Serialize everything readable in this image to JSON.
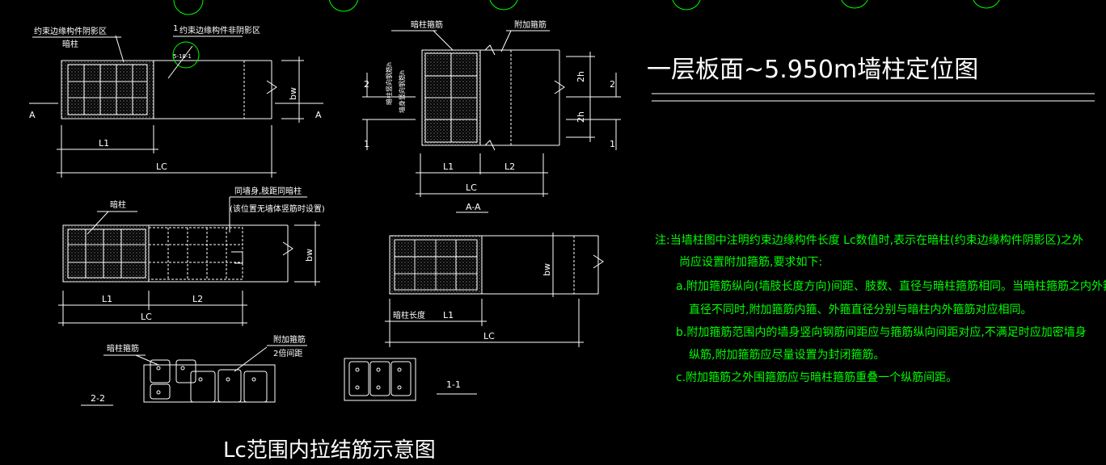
{
  "colors": {
    "background": "#000000",
    "line": "#ffffff",
    "note": "#00ff00",
    "bubble": "#00ff00"
  },
  "top_left": {
    "label_shadow": "约束边缘构件阴影区",
    "label_hidden_col": "暗柱",
    "label_nonshadow_prefix": "1",
    "label_nonshadow": "约束边缘构件非阴影区",
    "bubble_ref": "5-18-1",
    "section_left": "A",
    "section_right": "A",
    "dim_bw": "bw",
    "dim_l1": "L1",
    "dim_lc": "LC"
  },
  "top_mid": {
    "label_hidden_stirrup": "暗柱箍筋",
    "label_extra_stirrup": "附加箍筋",
    "vertical_note_1": "暗柱竖向钢筋h",
    "vertical_note_2": "墙身竖向钢筋h",
    "section_num_left": "2",
    "section_num_right": "2",
    "section_num_bottom_left": "1",
    "section_num_bottom_right": "1",
    "dim_2h_top": "2h",
    "dim_2h_bottom": "2h",
    "dim_l1": "L1",
    "dim_l2": "L2",
    "dim_lc": "LC",
    "section_title": "A-A"
  },
  "title": "一层板面~5.950m墙柱定位图",
  "mid_left": {
    "label_hidden_col": "暗柱",
    "label_same_spacing": "同墙身,肢距同暗柱",
    "label_paren": "(该位置无墙体竖筋时设置)",
    "dim_bw": "bw",
    "dim_l1": "L1",
    "dim_l2": "L2",
    "dim_lc": "LC"
  },
  "mid_right": {
    "dim_bw": "bw",
    "label_col_length": "暗柱长度",
    "dim_l1": "L1",
    "dim_lc": "LC"
  },
  "bottom": {
    "label_hidden_stirrup": "暗柱箍筋",
    "label_extra_stirrup": "附加箍筋",
    "label_double_spacing": "2倍间距",
    "section_22": "2-2",
    "section_11": "1-1",
    "caption": "Lc范围内拉结筋示意图"
  },
  "note": {
    "line1": "注:当墙柱图中注明约束边缘构件长度 Lc数值时,表示在暗柱(约束边缘构件阴影区)之外",
    "line2": "尚应设置附加箍筋,要求如下:",
    "line3": "a.附加箍筋纵向(墙肢长度方向)间距、肢数、直径与暗柱箍筋相同。当暗柱箍筋之内外箍",
    "line4": "直径不同时,附加箍筋内箍、外箍直径分别与暗柱内外箍筋对应相同。",
    "line5": "b.附加箍筋范围内的墙身竖向钢筋间距应与箍筋纵向间距对应,不满足时应加密墙身",
    "line6": "纵筋,附加箍筋应尽量设置为封闭箍筋。",
    "line7": "c.附加箍筋之外围箍筋应与暗柱箍筋重叠一个纵筋间距。"
  }
}
